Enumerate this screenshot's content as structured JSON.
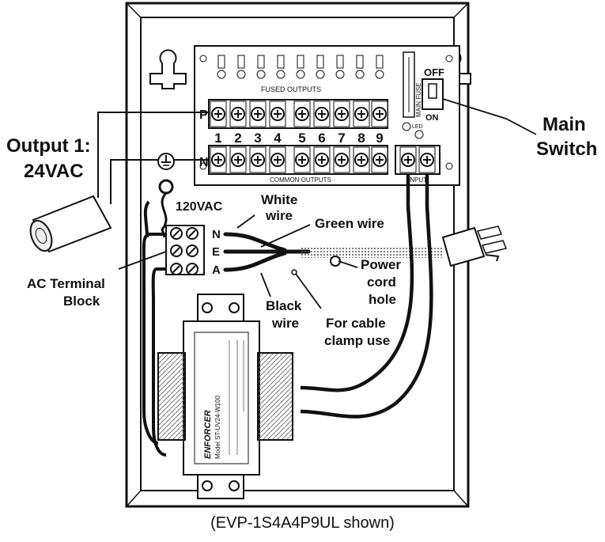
{
  "labels": {
    "output1_line1": "Output 1:",
    "output1_line2": "24VAC",
    "main_switch_line1": "Main",
    "main_switch_line2": "Switch",
    "v120": "120VAC",
    "white_wire_line1": "White",
    "white_wire_line2": "wire",
    "green_wire": "Green wire",
    "power_line1": "Power",
    "power_line2": "cord",
    "power_line3": "hole",
    "ac_line1": "AC Terminal",
    "ac_line2": "Block",
    "black_line1": "Black",
    "black_line2": "wire",
    "clamp_line1": "For cable",
    "clamp_line2": "clamp use"
  },
  "board": {
    "fused_outputs": "FUSED OUTPUTS",
    "common_outputs": "COMMON OUTPUTS",
    "main_fuse": "MAIN FUSE",
    "off": "OFF",
    "on": "ON",
    "led": "LED",
    "p": "P",
    "n": "N",
    "input": "INPUT",
    "numbers": [
      "1",
      "2",
      "3",
      "4",
      "5",
      "6",
      "7",
      "8",
      "9"
    ]
  },
  "terminal_block": {
    "n": "N",
    "e": "E",
    "a": "A"
  },
  "transformer": {
    "brand": "ENFORCER",
    "model": "Model ST-UV24-W100"
  },
  "caption": "(EVP-1S4A4P9UL shown)",
  "colors": {
    "ink": "#111111",
    "panel": "#ffffff",
    "hatch": "#888888"
  }
}
